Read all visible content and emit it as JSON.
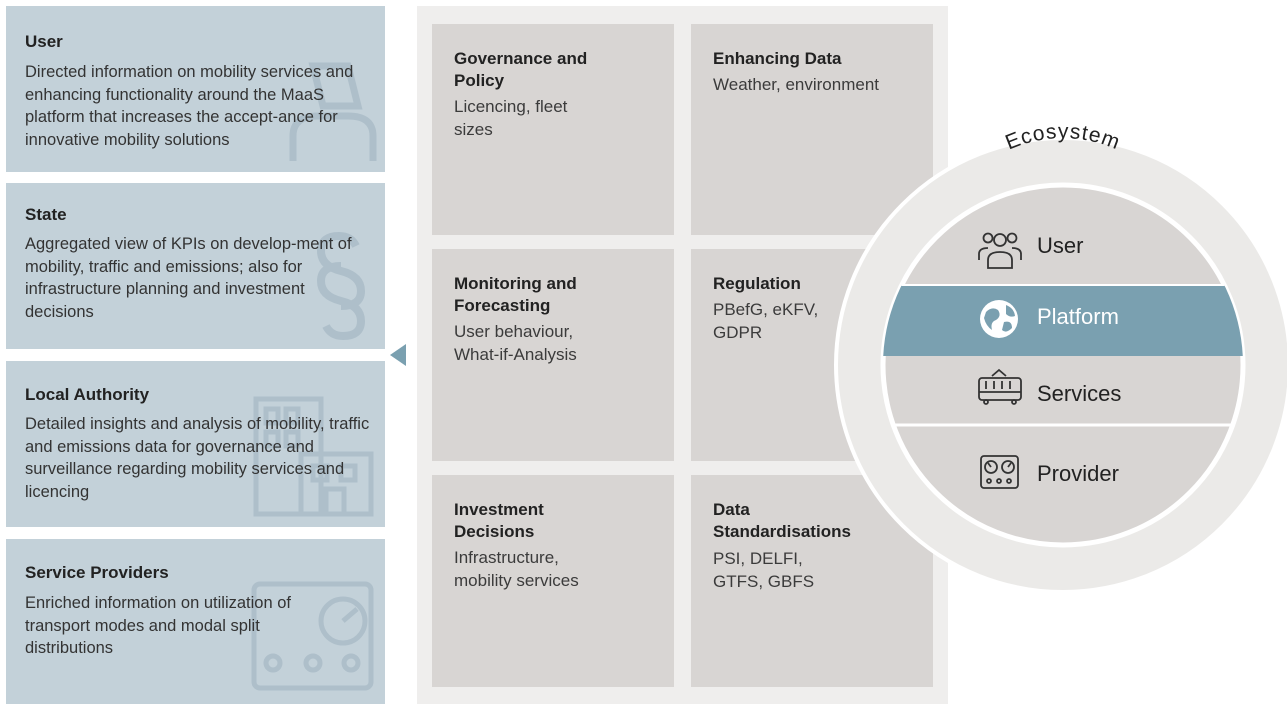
{
  "left_cards": [
    {
      "title": "User",
      "description": "Directed information on mobility services and enhancing functionality around the MaaS platform that increases the accept-ance for innovative mobility solutions",
      "icon": "person-icon"
    },
    {
      "title": "State",
      "description": "Aggregated view of KPIs on develop-ment of mobility, traffic and emissions; also for infrastructure planning and investment decisions",
      "icon": "paragraph-icon"
    },
    {
      "title": "Local Authority",
      "description": "Detailed insights and analysis of mobility, traffic and emissions data for governance and surveillance regarding mobility services and licencing",
      "icon": "building-icon"
    },
    {
      "title": "Service Providers",
      "description": "Enriched information on utilization of transport modes and modal split distributions",
      "icon": "gauge-device-icon"
    }
  ],
  "grid": [
    {
      "title": "Governance and Policy",
      "description": "Licencing, fleet sizes"
    },
    {
      "title": "Enhancing Data",
      "description": "Weather, environment"
    },
    {
      "title": "Monitoring and Forecasting",
      "description": "User behaviour, What-if-Analysis"
    },
    {
      "title": "Regulation",
      "description": "PBefG, eKFV, GDPR"
    },
    {
      "title": "Investment Decisions",
      "description": "Infrastructure, mobility services"
    },
    {
      "title": "Data Standardisations",
      "description": "PSI, DELFI, GTFS, GBFS"
    }
  ],
  "ecosystem": {
    "label": "Ecosystem",
    "layers": [
      {
        "label": "User",
        "icon": "users-group-icon"
      },
      {
        "label": "Platform",
        "icon": "globe-icon",
        "highlight": true
      },
      {
        "label": "Services",
        "icon": "tram-icon"
      },
      {
        "label": "Provider",
        "icon": "control-panel-icon"
      }
    ]
  },
  "colors": {
    "card_blue": "#c3d1d9",
    "cell_grey": "#d8d5d3",
    "panel_grey": "#efeeed",
    "platform_highlight": "#7aa0b0",
    "arrow": "#7aa0b0"
  }
}
